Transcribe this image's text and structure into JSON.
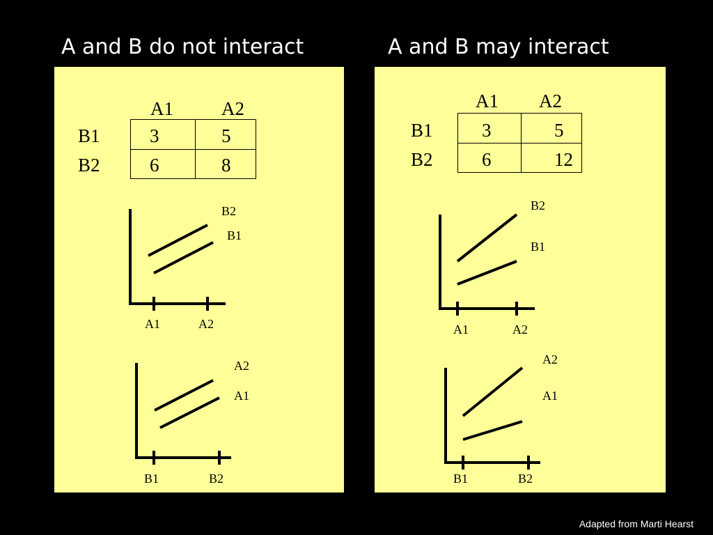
{
  "slide": {
    "left_title": "A and B do not interact",
    "right_title": "A and B may interact",
    "credit": "Adapted from Marti Hearst"
  },
  "left": {
    "table": {
      "col_headers": [
        "A1",
        "A2"
      ],
      "row_headers": [
        "B1",
        "B2"
      ],
      "cells": [
        [
          "3",
          "5"
        ],
        [
          "6",
          "8"
        ]
      ]
    },
    "plot_by_a": {
      "x_ticks": [
        "A1",
        "A2"
      ],
      "line_labels": [
        "B2",
        "B1"
      ]
    },
    "plot_by_b": {
      "x_ticks": [
        "B1",
        "B2"
      ],
      "line_labels": [
        "A2",
        "A1"
      ]
    }
  },
  "right": {
    "table": {
      "col_headers": [
        "A1",
        "A2"
      ],
      "row_headers": [
        "B1",
        "B2"
      ],
      "cells": [
        [
          "3",
          "5"
        ],
        [
          "6",
          "12"
        ]
      ]
    },
    "plot_by_a": {
      "x_ticks": [
        "A1",
        "A2"
      ],
      "line_labels": [
        "B2",
        "B1"
      ]
    },
    "plot_by_b": {
      "x_ticks": [
        "B1",
        "B2"
      ],
      "line_labels": [
        "A2",
        "A1"
      ]
    }
  }
}
